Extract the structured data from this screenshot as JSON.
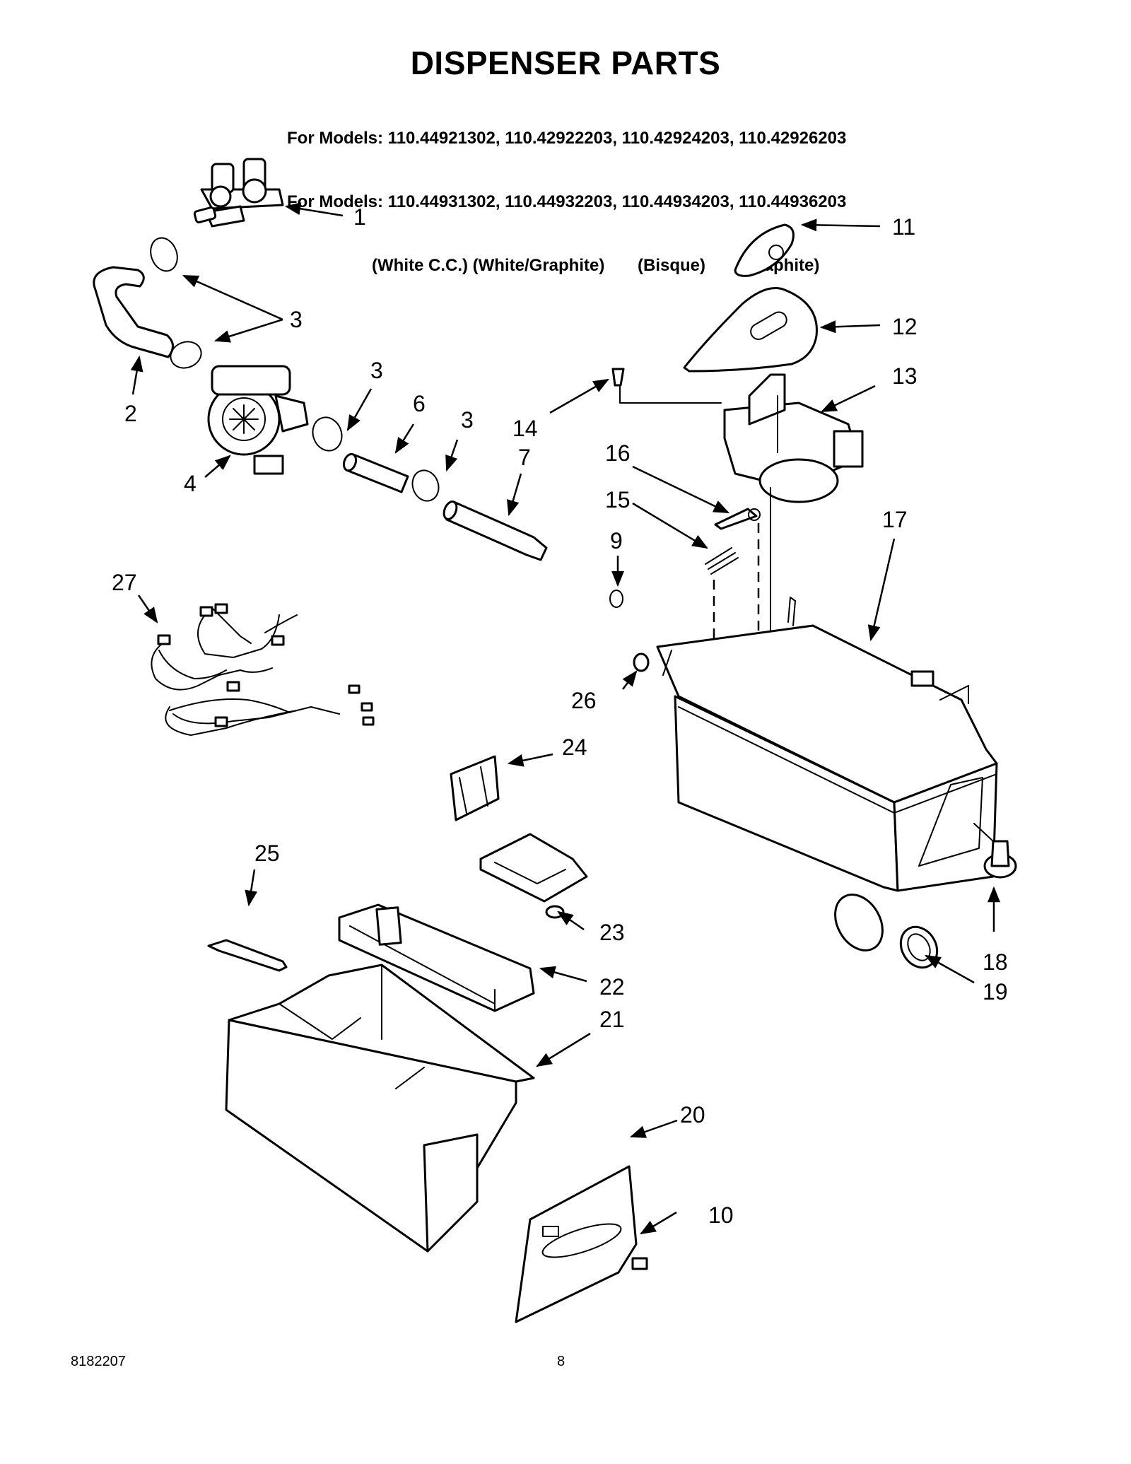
{
  "page": {
    "title": "DISPENSER PARTS",
    "model_lines": [
      "For Models: 110.44921302, 110.42922203, 110.42924203, 110.42926203",
      "For Models: 110.44931302, 110.44932203, 110.44934203, 110.44936203",
      "                  (White C.C.) (White/Graphite)       (Bisque)       (Graphite)"
    ],
    "doc_number": "8182207",
    "page_number": "8"
  },
  "callouts": [
    {
      "id": "c1",
      "label": "1"
    },
    {
      "id": "c2",
      "label": "2"
    },
    {
      "id": "c3a",
      "label": "3"
    },
    {
      "id": "c3b",
      "label": "3"
    },
    {
      "id": "c3c",
      "label": "3"
    },
    {
      "id": "c4",
      "label": "4"
    },
    {
      "id": "c6",
      "label": "6"
    },
    {
      "id": "c7",
      "label": "7"
    },
    {
      "id": "c9",
      "label": "9"
    },
    {
      "id": "c10",
      "label": "10"
    },
    {
      "id": "c11",
      "label": "11"
    },
    {
      "id": "c12",
      "label": "12"
    },
    {
      "id": "c13",
      "label": "13"
    },
    {
      "id": "c14",
      "label": "14"
    },
    {
      "id": "c15",
      "label": "15"
    },
    {
      "id": "c16",
      "label": "16"
    },
    {
      "id": "c17",
      "label": "17"
    },
    {
      "id": "c18",
      "label": "18"
    },
    {
      "id": "c19",
      "label": "19"
    },
    {
      "id": "c20",
      "label": "20"
    },
    {
      "id": "c21",
      "label": "21"
    },
    {
      "id": "c22",
      "label": "22"
    },
    {
      "id": "c23",
      "label": "23"
    },
    {
      "id": "c24",
      "label": "24"
    },
    {
      "id": "c25",
      "label": "25"
    },
    {
      "id": "c26",
      "label": "26"
    },
    {
      "id": "c27",
      "label": "27"
    }
  ]
}
